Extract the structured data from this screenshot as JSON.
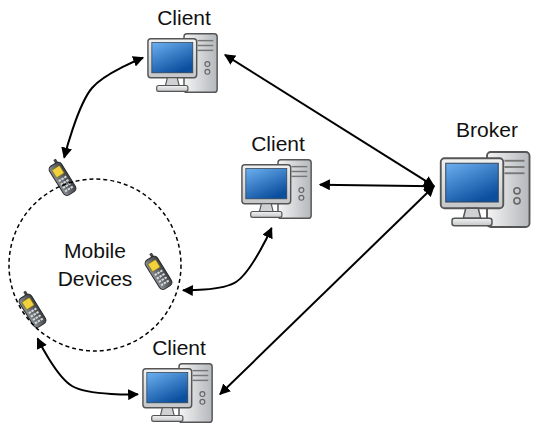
{
  "diagram": {
    "nodes": [
      {
        "text": [
          "Client"
        ]
      },
      {
        "text": [
          "Client"
        ]
      },
      {
        "text": [
          "Broker"
        ]
      },
      {
        "text": [
          "Mobile Devices"
        ]
      },
      {
        "text": [
          "Client"
        ]
      }
    ],
    "edges": [
      {
        "from": 0,
        "to": 2,
        "arrow": "both"
      },
      {
        "from": 1,
        "to": 2,
        "arrow": "both"
      },
      {
        "from": 4,
        "to": 2,
        "arrow": "both"
      },
      {
        "from": 0,
        "to": 3,
        "arrow": "both"
      },
      {
        "from": 1,
        "to": 3,
        "arrow": "both"
      },
      {
        "from": 4,
        "to": 3,
        "arrow": "both"
      }
    ]
  }
}
